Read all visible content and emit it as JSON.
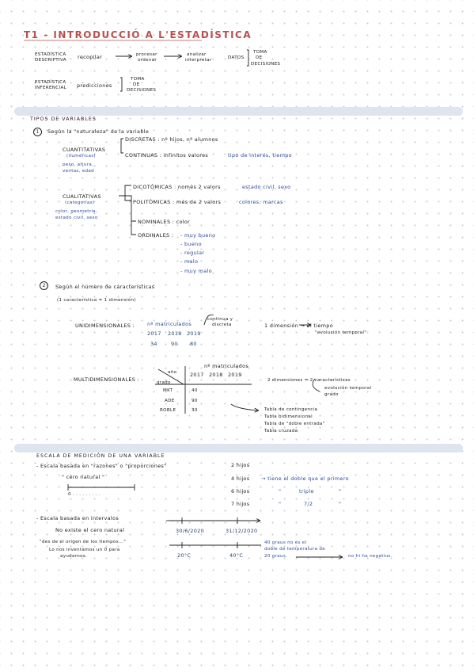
{
  "title": "T1 - INTRODUCCIÓ A L'ESTADÍSTICA",
  "desc": {
    "label1": "ESTADÍSTICA",
    "label2": "DESCRIPTIVA",
    "flow1": "recopilar",
    "flow2a": "procesar",
    "flow2b": "ordenar",
    "flow3a": "analizar",
    "flow3b": "interpretar",
    "flow4": "DATOS",
    "decision1": "TOMA",
    "decision2": "DE",
    "decision3": "DECISIONES"
  },
  "inf": {
    "label1": "ESTADÍSTICA",
    "label2": "INFERENCIAL",
    "pred": "predicciones",
    "decision1": "TOMA",
    "decision2": "DE",
    "decision3": "DECISIONES"
  },
  "section1": "TIPOS DE VARIABLES",
  "nat": {
    "num": "1",
    "heading": "Según la \"naturaleza\" de la variable",
    "cuant": "CUANTITATIVAS",
    "cuant_sub": "(numéricas)",
    "cuant_ex1": "peso, altura,",
    "cuant_ex2": "ventas, edad",
    "discretas": "DISCRETAS : nº hijos, nº alumnos",
    "continuas": "CONTINUAS : infinitos valores",
    "continuas_ex": "tipo de interés, tiempo",
    "cual": "CUALITATIVAS",
    "cual_sub": "(categorías)",
    "cual_ex1": "color, geometría,",
    "cual_ex2": "estado civil, sexo",
    "dicot": "DICOTÓMICAS : només 2 valors",
    "dicot_ex": "estado civil, sexo",
    "polit": "POLITÒMICAS : més de 2 valors",
    "polit_ex": "colores, marcas",
    "nominales": "NOMINALES : color",
    "ordinales": "ORDINALES :",
    "ord_items": [
      "- muy bueno",
      "- bueno",
      "- regular",
      "- malo",
      "- muy malo"
    ]
  },
  "car": {
    "num": "2",
    "heading": "Según el número de características",
    "sub": "(1 característica = 1 dimensión)",
    "unidim": "UNIDIMENSIONALES :",
    "uni_var": "nº matriculados",
    "uni_note1": "continua y",
    "uni_note2": "discreta",
    "uni_years": [
      "2017",
      "2018",
      "2019"
    ],
    "uni_values": [
      "34",
      "90",
      "80"
    ],
    "uni_right1": "1 dimensión → el tiempo",
    "uni_right2": "\"evolución temporal\"",
    "multidim": "MULTIDIMENSIONALES :",
    "multi_var": "nº matriculados",
    "multi_corner_top": "año",
    "multi_corner_bottom": "grado",
    "multi_years": [
      "2017",
      "2018",
      "2019"
    ],
    "multi_rows": [
      {
        "label": "MKT",
        "value": "40"
      },
      {
        "label": "ADE",
        "value": "90"
      },
      {
        "label": "ROBLE",
        "value": "30"
      }
    ],
    "multi_right1": "2 dimensiones = 2 características",
    "multi_right2": "evolución temporal",
    "multi_right3": "grado",
    "tables": [
      "Tabla de contingencia",
      "Tabla bidimensional",
      "Tabla de \"doble entrada\"",
      "Tabla cruzada"
    ]
  },
  "section2": "ESCALA DE MEDICIÓN DE UNA VARIABLE",
  "razon": {
    "heading": "- Escala basada en \"razones\" o \"proporciones\"",
    "cero": "\" cero natural \"",
    "zero_label": "0 . . . . . . . . .",
    "h1": "2 hijos",
    "h2": "4 hijos",
    "h2_note": "→ tiene el doble que el primero",
    "h3": "6 hijos",
    "h3_q": "\"",
    "h3_note": "triple",
    "h3_q2": "\"",
    "h4": "7 hijos",
    "h4_q": "\"",
    "h4_note": "7/2",
    "h4_q2": "\""
  },
  "interv": {
    "heading": "- Escala basada en intervalos",
    "nocero": "No existe el cero natural",
    "quote": "\"des de el origen de los tiempos...\"",
    "note1": "Lo nos inventamos un 0 para",
    "note2": "ayudarnos.",
    "date1": "30/6/2020",
    "date2": "31/12/2020",
    "temp1": "20°C",
    "temp2": "40°C",
    "right1": "40 graus no és el",
    "right2": "doble de temperatura de",
    "right3": "20 graus.",
    "right4": "no hi ha negatius."
  }
}
